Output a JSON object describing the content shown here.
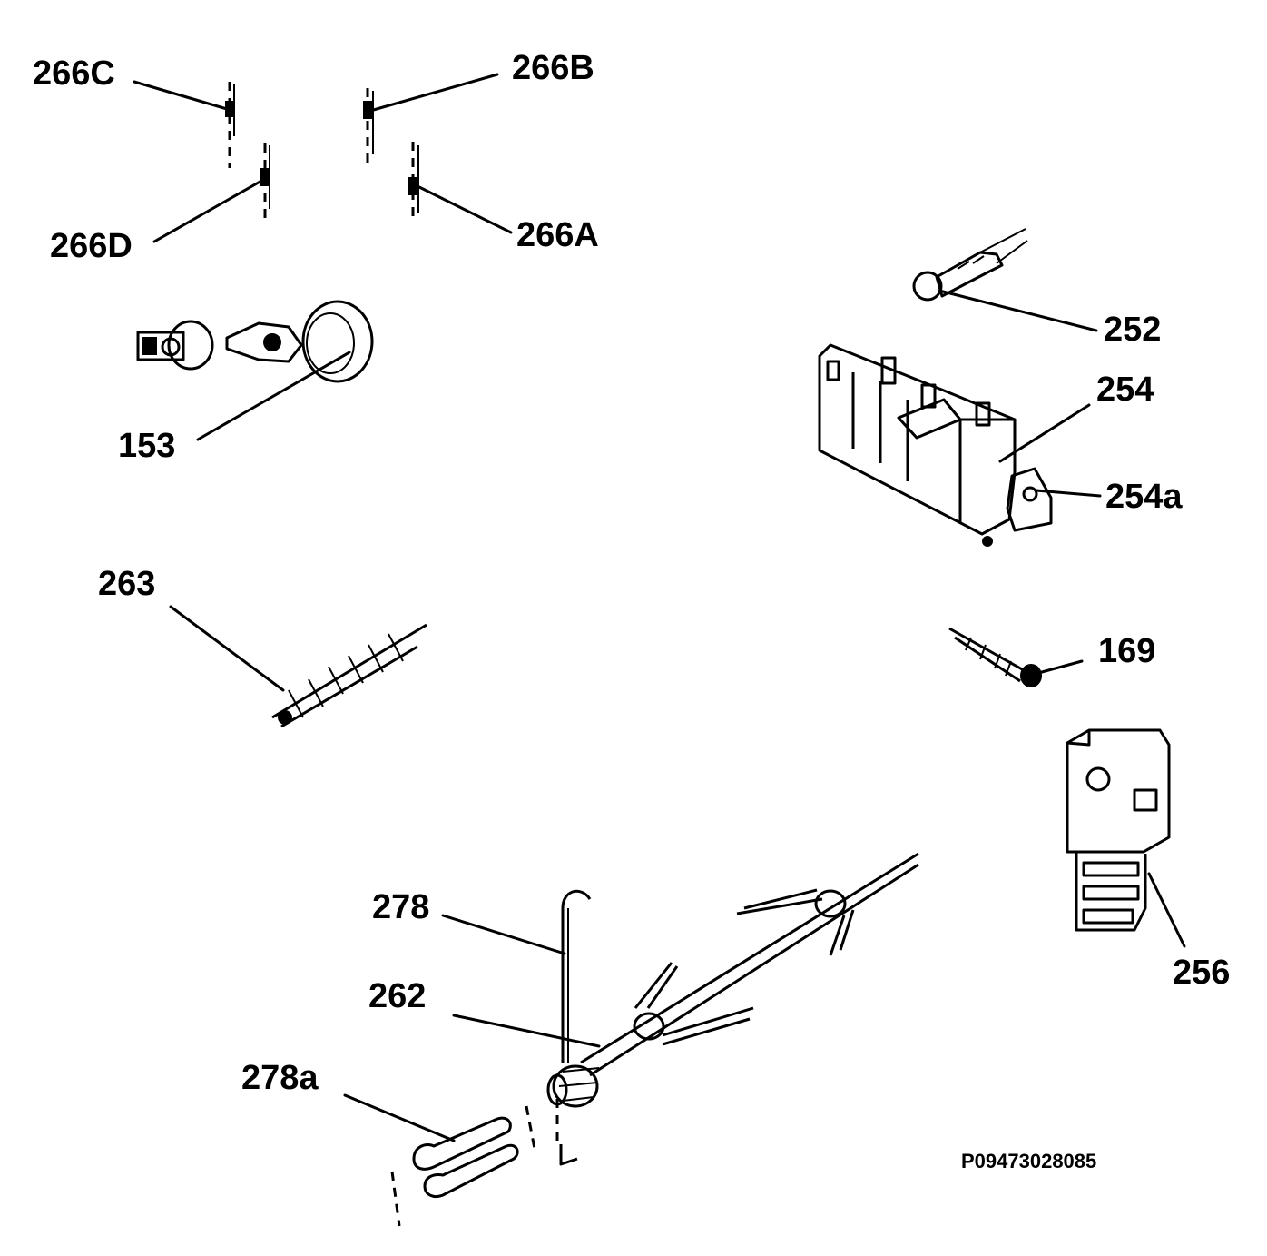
{
  "callouts": {
    "c266C": "266C",
    "c266B": "266B",
    "c266D": "266D",
    "c266A": "266A",
    "c153": "153",
    "c252": "252",
    "c254": "254",
    "c254a": "254a",
    "c263": "263",
    "c169": "169",
    "c256": "256",
    "c278": "278",
    "c262": "262",
    "c278a": "278a"
  },
  "document_reference": "P09473028085",
  "colors": {
    "ink": "#000000",
    "paper": "#ffffff"
  }
}
